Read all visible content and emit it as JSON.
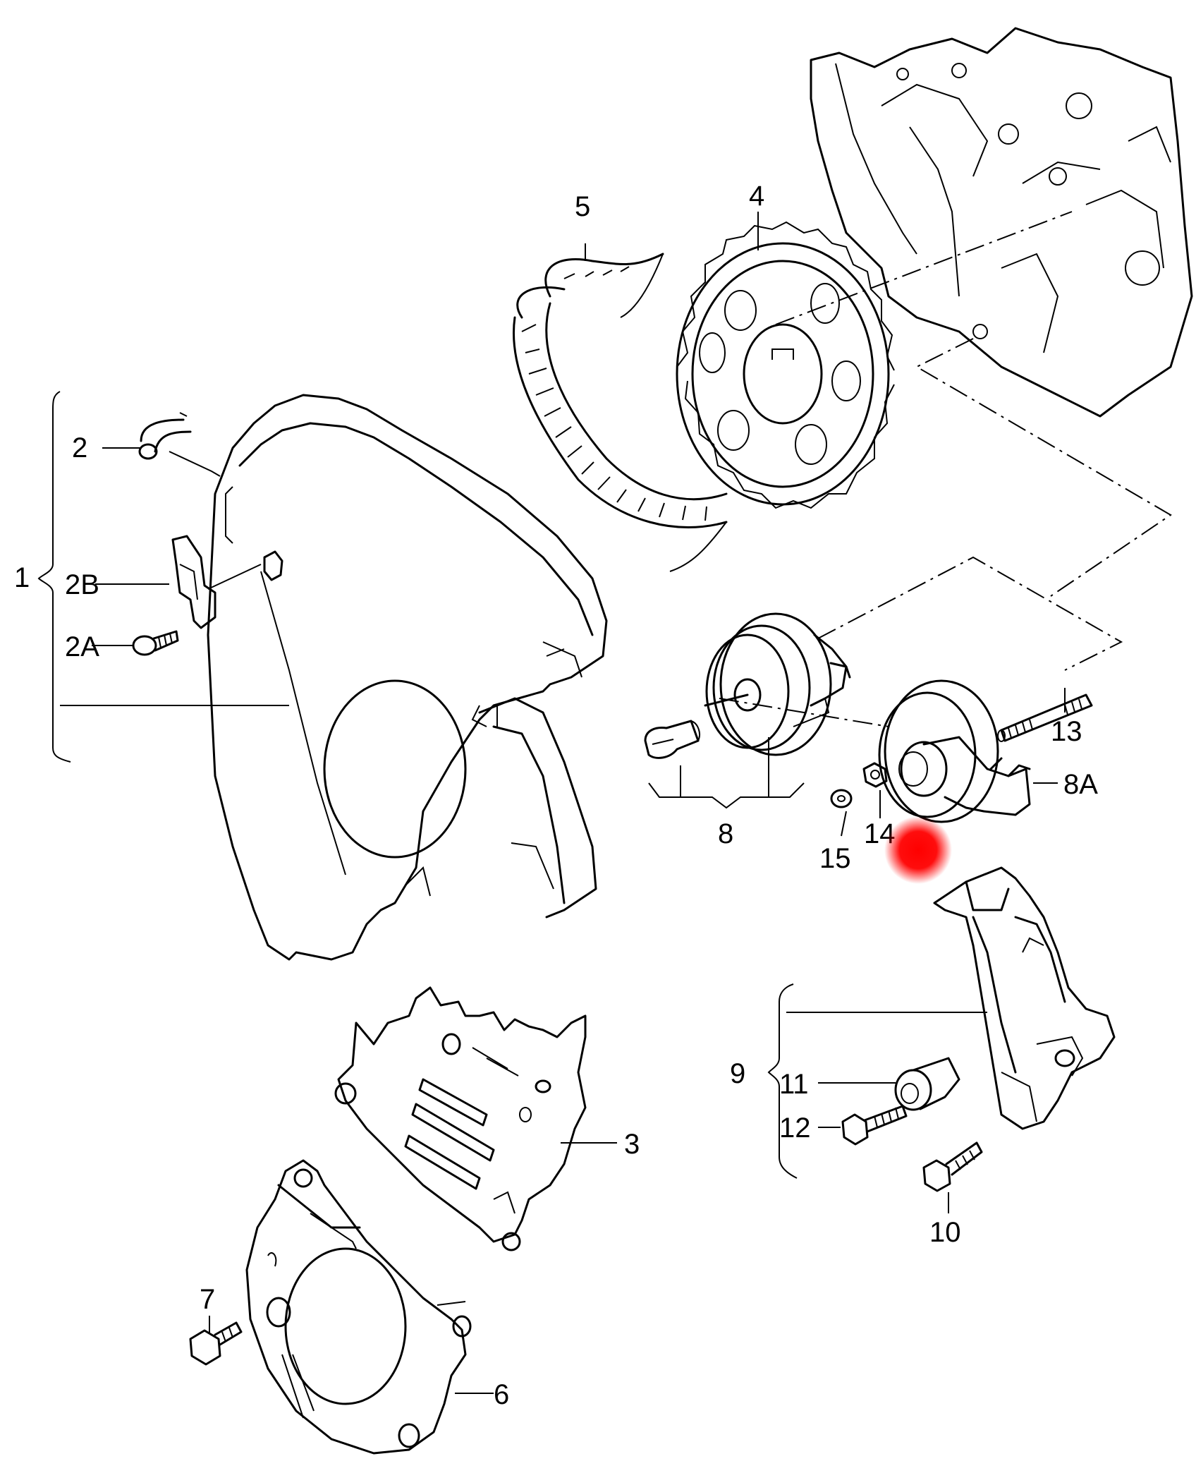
{
  "labels": {
    "p1": "1",
    "p2": "2",
    "p2A": "2A",
    "p2B": "2B",
    "p3": "3",
    "p4": "4",
    "p5": "5",
    "p6": "6",
    "p7": "7",
    "p8": "8",
    "p8A": "8A",
    "p9": "9",
    "p10": "10",
    "p11": "11",
    "p12": "12",
    "p13": "13",
    "p14": "14",
    "p15": "15"
  },
  "colors": {
    "line": "#000000",
    "background": "#ffffff",
    "marker": "#ff0000"
  }
}
